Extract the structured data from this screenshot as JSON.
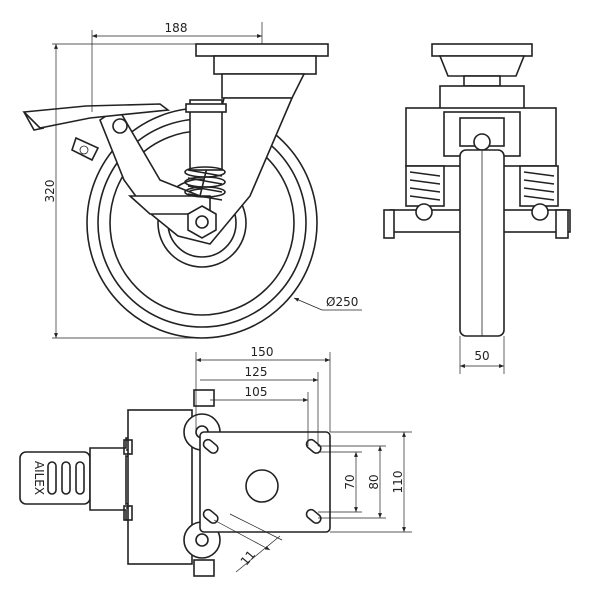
{
  "drawing": {
    "brand_text": "AILEX",
    "dimensions": {
      "swivel_radius": "188",
      "height": "320",
      "wheel_diameter": "Ø250",
      "wheel_width": "50",
      "plate_length": "150",
      "bolt_spacing_long_outer": "125",
      "bolt_spacing_long_inner": "105",
      "plate_width": "110",
      "bolt_spacing_short_outer": "80",
      "bolt_spacing_short_inner": "70",
      "bolt_hole": "11"
    }
  }
}
